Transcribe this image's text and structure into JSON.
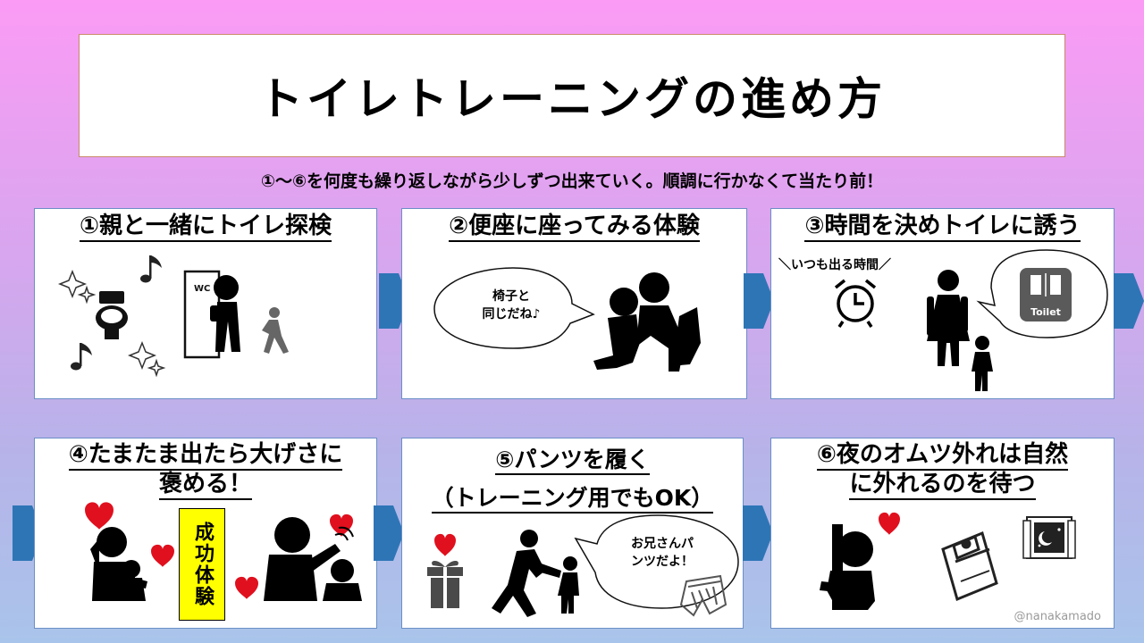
{
  "title": "トイレトレーニングの進め方",
  "subtitle": "①～⑥を何度も繰り返しながら少しずつ出来ていく。順調に行かなくて当たり前！",
  "steps": [
    {
      "title": "①親と一緒にトイレ探検",
      "wc_label": "WC"
    },
    {
      "title": "②便座に座ってみる体験",
      "bubble_line1": "椅子と",
      "bubble_line2": "同じだね♪"
    },
    {
      "title": "③時間を決めトイレに誘う",
      "note": "＼いつも出る時間／",
      "sign_label": "Toilet"
    },
    {
      "title_line1": "④たまたま出たら大げさに",
      "title_line2": "褒める！",
      "badge": "成功体験"
    },
    {
      "title_line1": "⑤パンツを履く",
      "title_line2": "（トレーニング用でもOK）",
      "bubble_line1": "お兄さんパ",
      "bubble_line2": "ンツだよ！"
    },
    {
      "title_line1": "⑥夜のオムツ外れは自然",
      "title_line2": "に外れるのを待つ"
    }
  ],
  "credit": "@nanakamado",
  "colors": {
    "arrow": "#2e75b6",
    "heart": "#e0101e",
    "badge": "#ffff00"
  }
}
